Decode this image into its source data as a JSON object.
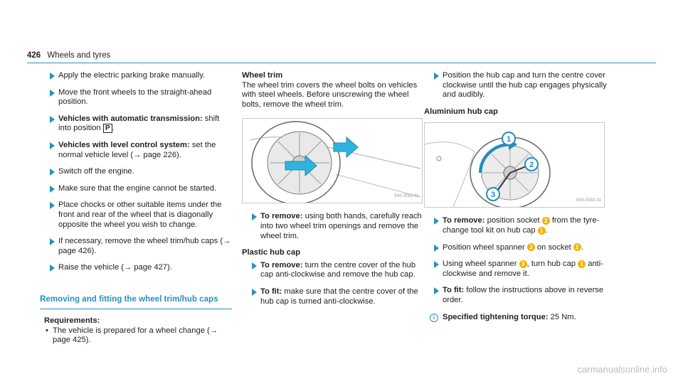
{
  "header": {
    "page_number": "426",
    "title": "Wheels and tyres"
  },
  "col1": {
    "steps": [
      {
        "text": "Apply the electric parking brake manually."
      },
      {
        "text": "Move the front wheels to the straight-ahead position."
      },
      {
        "bold": "Vehicles with automatic transmission:",
        "text": " shift into position ",
        "symbol": "P",
        "after": "."
      },
      {
        "bold": "Vehicles with level control system:",
        "text": " set the normal vehicle level (→ page 226)."
      },
      {
        "text": "Switch off the engine."
      },
      {
        "text": "Make sure that the engine cannot be started."
      },
      {
        "text": "Place chocks or other suitable items under the front and rear of the wheel that is diagonally opposite the wheel you wish to change."
      },
      {
        "text": "If necessary, remove the wheel trim/hub caps (→ page 426)."
      },
      {
        "text": "Raise the vehicle (→ page 427)."
      }
    ],
    "section_title": "Removing and fitting the wheel trim/hub caps",
    "requirements_label": "Requirements:",
    "requirements": [
      "The vehicle is prepared for a wheel change (→ page 425)."
    ]
  },
  "col2": {
    "wheel_trim_heading": "Wheel trim",
    "wheel_trim_text": "The wheel trim covers the wheel bolts on vehicles with steel wheels. Before unscrewing the wheel bolts, remove the wheel trim.",
    "remove_label": "To remove:",
    "remove_text": " using both hands, carefully reach into two wheel trim openings and remove the wheel trim.",
    "plastic_heading": "Plastic hub cap",
    "plastic_steps": [
      {
        "bold": "To remove:",
        "text": " turn the centre cover of the hub cap anti-clockwise and remove the hub cap."
      },
      {
        "bold": "To fit:",
        "text": " make sure that the centre cover of the hub cap is turned anti-clockwise."
      }
    ],
    "figure_code": "B40-3082-31"
  },
  "col3": {
    "first_step": "Position the hub cap and turn the centre cover clockwise until the hub cap engages physically and audibly.",
    "aluminium_heading": "Aluminium hub cap",
    "figure_code": "B40-3083-31",
    "steps": [
      {
        "bold": "To remove:",
        "text": " position socket ",
        "b1": "2",
        "text2": " from the tyre-change tool kit on hub cap ",
        "b2": "1",
        "after": "."
      },
      {
        "text": "Position wheel spanner ",
        "b1": "3",
        "text2": " on socket ",
        "b2": "2",
        "after": "."
      },
      {
        "text": "Using wheel spanner ",
        "b1": "3",
        "text2": ", turn hub cap ",
        "b2": "1",
        "after": " anti-clockwise and remove it."
      },
      {
        "bold": "To fit:",
        "text": " follow the instructions above in reverse order."
      }
    ],
    "note_label": "Specified tightening torque:",
    "note_value": " 25 Nm."
  },
  "watermark": "carmanualsonline.info",
  "colors": {
    "accent": "#2a8fbf",
    "badge": "#f2b100"
  }
}
